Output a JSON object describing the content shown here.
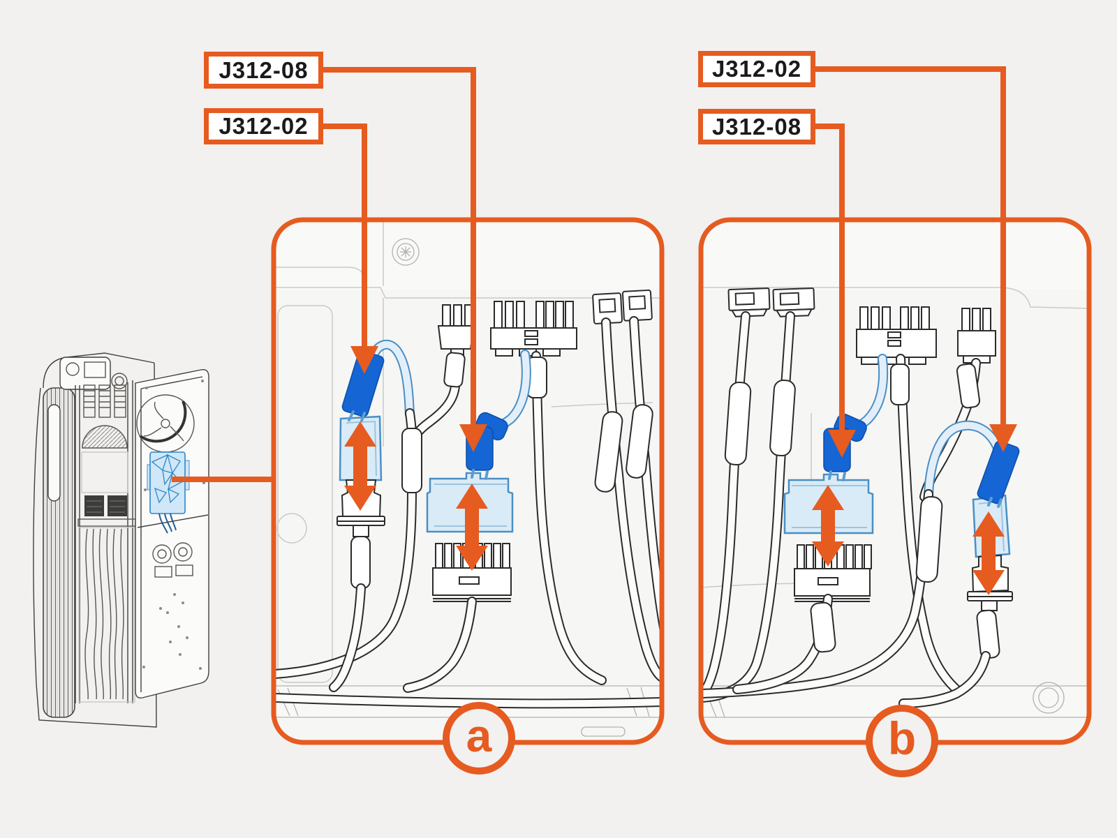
{
  "figure": {
    "description": "Appliance wiring connector diagram with two detail views",
    "badge_a": "a",
    "badge_b": "b"
  },
  "colors": {
    "accent": "#e65b20",
    "ink": "#1a1a1a",
    "bg": "#f2f1ef",
    "panel-bg": "#f6f6f5",
    "box-bg": "#ffffff",
    "blue": "#1565d4",
    "blue-dark": "#0d4da6",
    "wire-blue-stroke": "#4a8fc4",
    "wire-blue-fill": "#e2effa",
    "block-blue": "#d5e9f6"
  },
  "callouts": {
    "left": [
      {
        "text": "J312-08"
      },
      {
        "text": "J312-02"
      }
    ],
    "right": [
      {
        "text": "J312-02"
      },
      {
        "text": "J312-08"
      }
    ]
  },
  "panels": [
    {
      "badge": "a"
    },
    {
      "badge": "b"
    }
  ]
}
